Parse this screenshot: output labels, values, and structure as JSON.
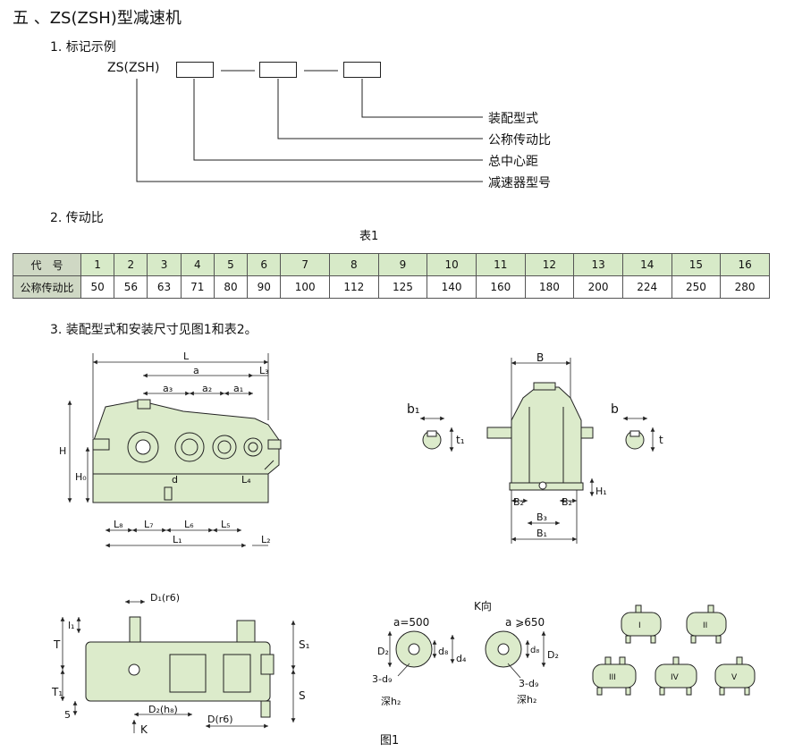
{
  "section_title": "五 、ZS(ZSH)型减速机",
  "h_marking": "1. 标记示例",
  "marking_code": "ZS(ZSH)",
  "marking_labels": [
    "装配型式",
    "公称传动比",
    "总中心距",
    "减速器型号"
  ],
  "h_ratio": "2. 传动比",
  "table_caption": "表1",
  "table": {
    "row1_header": "代　号",
    "row2_header": "公称传动比",
    "codes": [
      "1",
      "2",
      "3",
      "4",
      "5",
      "6",
      "7",
      "8",
      "9",
      "10",
      "11",
      "12",
      "13",
      "14",
      "15",
      "16"
    ],
    "ratios": [
      "50",
      "56",
      "63",
      "71",
      "80",
      "90",
      "100",
      "112",
      "125",
      "140",
      "160",
      "180",
      "200",
      "224",
      "250",
      "280"
    ]
  },
  "h_assembly": "3. 装配型式和安装尺寸见图1和表2。",
  "figure_caption": "图1",
  "view_k": "K向",
  "dims": {
    "L": "L",
    "a": "a",
    "L3": "L₃",
    "a3": "a₃",
    "a2": "a₂",
    "a1": "a₁",
    "H": "H",
    "H0": "H₀",
    "d": "d",
    "L4": "L₄",
    "L8": "L₈",
    "L7": "L₇",
    "L6": "L₆",
    "L5": "L₅",
    "L1": "L₁",
    "L2": "L₂",
    "B": "B",
    "b1": "b₁",
    "t1": "t₁",
    "b": "b",
    "t": "t",
    "H1": "H₁",
    "B2a": "B₂",
    "B2b": "B₂",
    "B3": "B₃",
    "B1": "B₁",
    "D1r6": "D₁(r6)",
    "l1": "l₁",
    "T": "T",
    "S1": "S₁",
    "T1": "T₁",
    "S": "S",
    "five": "5",
    "D2h8": "D₂(h₈)",
    "K": "K",
    "Dr6": "D(r6)",
    "a500": "a=500",
    "a650": "a ⩾650",
    "D2l": "D₂",
    "d8l": "d₈",
    "d4": "d₄",
    "d8r": "d₈",
    "D2r": "D₂",
    "d9l": "3-d₉",
    "h2l": "深h₂",
    "d9r": "3-d₉",
    "h2r": "深h₂"
  },
  "assembly_types": [
    "I",
    "II",
    "III",
    "IV",
    "V"
  ],
  "colors": {
    "body_fill": "#dcebcb",
    "table_header": "#cfd8c4",
    "table_row1": "#d7eac8",
    "line": "#222222"
  }
}
